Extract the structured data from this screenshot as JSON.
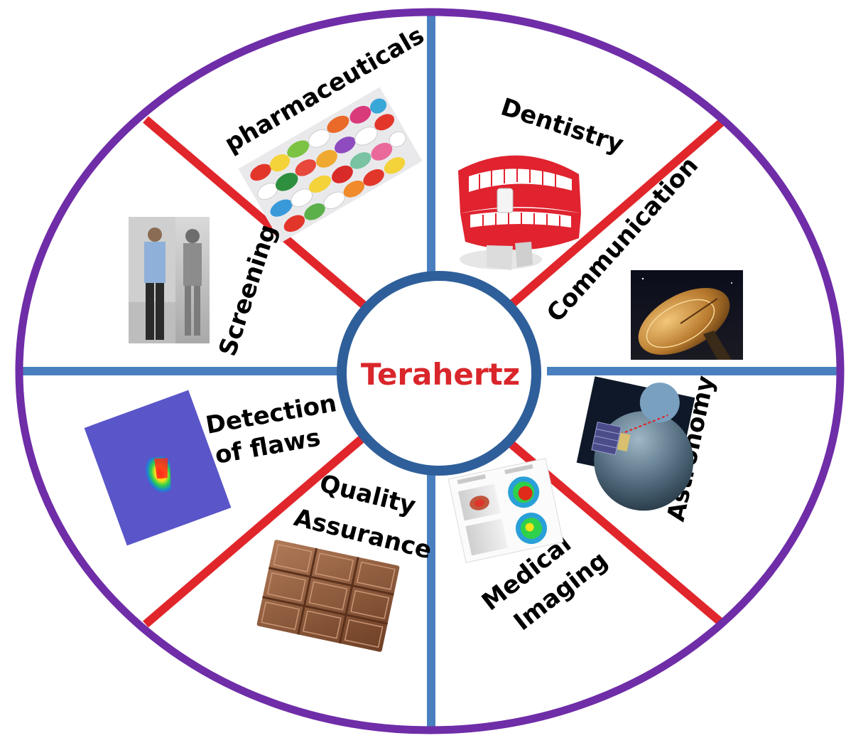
{
  "center": {
    "label": "Terahertz",
    "color": "#d9262b"
  },
  "colors": {
    "outer_ring": "#6f2da8",
    "vertical_spokes": "#4a7fbf",
    "diagonal_spokes": "#e0262b",
    "center_ring": "#2f5f9a"
  },
  "segments": [
    {
      "id": "pharmaceuticals",
      "label": "pharmaceuticals",
      "icon": "pills-icon"
    },
    {
      "id": "dentistry",
      "label": "Dentistry",
      "icon": "teeth-icon"
    },
    {
      "id": "communication",
      "label": "Communication",
      "icon": "satellite-dish-icon"
    },
    {
      "id": "astronomy",
      "label": "Astronomy",
      "icon": "space-satellite-icon"
    },
    {
      "id": "medical-imaging",
      "label_line1": "Medical",
      "label_line2": "Imaging",
      "icon": "medical-scan-icon"
    },
    {
      "id": "quality-assurance",
      "label_line1": "Quality",
      "label_line2": "Assurance",
      "icon": "chocolate-bar-icon"
    },
    {
      "id": "detection-of-flaws",
      "label_line1": "Detection",
      "label_line2": "of  flaws",
      "icon": "flaw-heatmap-icon"
    },
    {
      "id": "screening",
      "label": "Screening",
      "icon": "body-scan-icon"
    }
  ]
}
